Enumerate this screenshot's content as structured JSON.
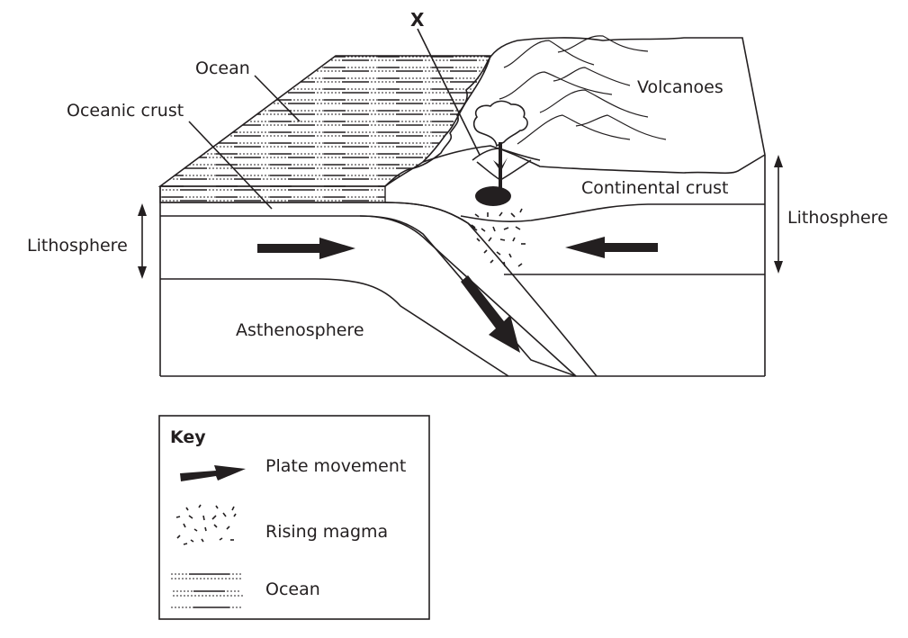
{
  "diagram": {
    "title": "Subduction zone: oceanic plate beneath continental plate",
    "labels": {
      "x_marker": "X",
      "ocean": "Ocean",
      "oceanic_crust": "Oceanic crust",
      "volcanoes": "Volcanoes",
      "continental_crust": "Continental crust",
      "lithosphere_left": "Lithosphere",
      "lithosphere_right": "Lithosphere",
      "asthenosphere": "Asthenosphere"
    },
    "arrows": {
      "left_plate": "right",
      "right_plate": "left",
      "subducting_plate": "down-right"
    }
  },
  "key": {
    "title": "Key",
    "items": [
      {
        "symbol": "arrow-icon",
        "label": "Plate movement"
      },
      {
        "symbol": "magma-dashes-icon",
        "label": "Rising magma"
      },
      {
        "symbol": "ocean-lines-icon",
        "label": "Ocean"
      }
    ]
  }
}
